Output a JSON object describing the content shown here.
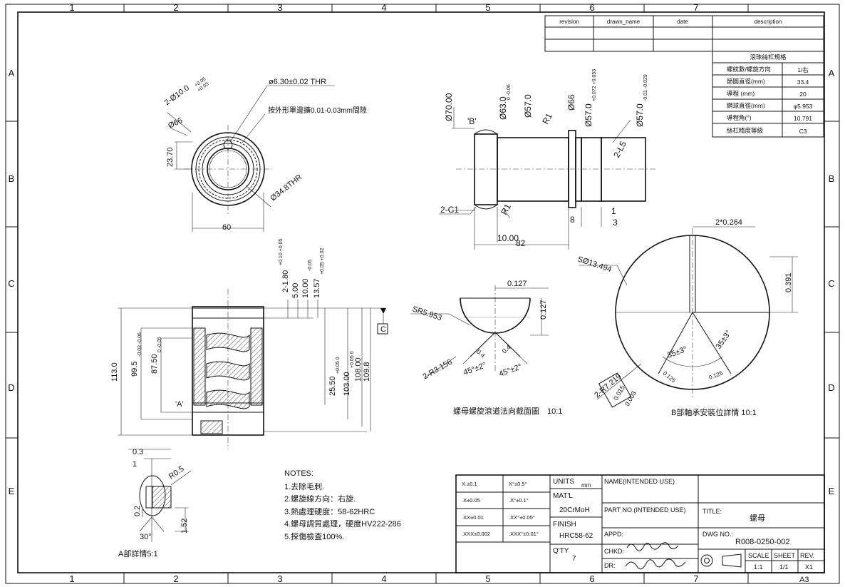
{
  "frame": {
    "col_labels": [
      "1",
      "2",
      "3",
      "4",
      "5",
      "6",
      "7"
    ],
    "row_labels": [
      "A",
      "B",
      "C",
      "D",
      "E"
    ]
  },
  "revision_table": {
    "headers": [
      "revision",
      "drawn_name",
      "date",
      "description"
    ]
  },
  "spec_table": {
    "title": "滾珠絲杠規格",
    "rows": [
      {
        "label": "螺紋數/螺旋方向",
        "value": "1/右"
      },
      {
        "label": "節圓直徑(mm)",
        "value": "33.4"
      },
      {
        "label": "導程 (mm)",
        "value": "20"
      },
      {
        "label": "鋼球直徑(mm)",
        "value": "φ5.953"
      },
      {
        "label": "導程角(°)",
        "value": "10.791"
      },
      {
        "label": "絲杠精度等級",
        "value": "C3"
      }
    ]
  },
  "end_view": {
    "hole": "ø6.30±0.02 THR",
    "note": "按外形單邊擴0.01-0.03mm間隙",
    "holes2": "2-Ø10.0",
    "holes2_tol_upper": "+0.05",
    "holes2_tol_lower": "+0.03",
    "dia66": "Ø66",
    "h2370": "23.70",
    "thread": "Ø34.8THR",
    "width": "60"
  },
  "side_view": {
    "d70": "Ø70.00",
    "d63": "Ø63.0",
    "d63_tol": "0 -0.06",
    "d57": "Ø57.0",
    "r1": "R1",
    "d66": "Ø66",
    "d57b": "Ø57.0",
    "d57b_tol": "+0.072 +0.053",
    "d57c": "Ø57.0",
    "d57c_tol": "-0.01 -0.029",
    "chamfer_l5": "2-L5",
    "ref_b": "'B'",
    "chamfer_c1": "2-C1",
    "r1b": "R1",
    "len10": "10.00",
    "len82": "82",
    "len8": "8",
    "len1": "1",
    "len3": "3"
  },
  "section_view": {
    "d180": "2-1.80",
    "d180_tol": "+0.10 +0.05",
    "d500": "5.00",
    "d1000": "10.00",
    "d1000_tol": "-0.05",
    "d1357": "13.57",
    "d1357_tol": "+0.05 +0.02",
    "datum": "C",
    "h113": "113.0",
    "h995": "99.5",
    "h995_tol": "-0.03 -0.06",
    "h875": "87.50",
    "h875_tol": "0 -0.05",
    "ref_a": "'A'",
    "h255": "25.50",
    "h255_tol": "+0.05 0",
    "h103": "103.00",
    "h103_tol": "+0.05 0",
    "h108": "108.00",
    "h1098": "109.8"
  },
  "groove_view": {
    "w0127": "0.127",
    "h0127": "0.127",
    "sr": "SR5.953",
    "r3156": "2-R3.156",
    "angle1": "45°±2°",
    "angle2": "45°±2°",
    "d04a": "0.4",
    "d04b": "0.4",
    "caption": "螺母螺旋滾道法向截面圖　10:1"
  },
  "bearing_view": {
    "w0264": "2*0.264",
    "s13494": "SØ13.494",
    "h0391": "0.391",
    "a35a": "35±3°",
    "a35b": "35±3°",
    "r0125a": "0.125",
    "r0125b": "0.125",
    "r7219": "2-R7.219",
    "tol0015": "0.015",
    "tol0003": "0.003",
    "caption": "B部軸承安裝位詳情 10:1"
  },
  "detail_a": {
    "d03": "0.3",
    "d1": "1",
    "r05": "R0.5",
    "d02": "0.2",
    "d152": "1.52",
    "angle": "30°",
    "caption": "A部詳情5:1"
  },
  "notes": {
    "title": "NOTES:",
    "items": [
      "1.去除毛刺.",
      "2.螺旋線方向：右旋.",
      "3.熱處理硬度：58-62HRC",
      "4.螺母調質處理，硬度HV222-286",
      "5.探傷檢查100%."
    ]
  },
  "title_block": {
    "tolerances": [
      [
        "X.±0.1",
        "X°±0.5°"
      ],
      [
        ".X±0.05",
        ".X°±0.1°"
      ],
      [
        ".XX±0.01",
        ".XX°±0.05°"
      ],
      [
        ".XXX±0.002",
        ".XXX°±0.01°"
      ]
    ],
    "units_label": "UNITS",
    "units_value": "mm",
    "matl_label": "MAT'L",
    "matl_value": "20CrMoH",
    "finish_label": "FINISH",
    "finish_value": "HRC58-62",
    "qty_label": "Q'TY",
    "qty_value": "7",
    "name_label": "NAME(INTENDED USE)",
    "part_label": "PART NO.(INTENDED USE)",
    "appd_label": "APPD:",
    "chkd_label": "CHKD:",
    "dr_label": "DR:",
    "title_label": "TITLE:",
    "title_value": "螺母",
    "dwg_label": "DWG NO.:",
    "dwg_value": "R008-0250-002",
    "scale_label": "SCALE",
    "scale_value": "1:1",
    "sheet_label": "SHEET",
    "sheet_value": "1/1",
    "rev_label": "REV.",
    "rev_value": "X1",
    "size": "A3"
  }
}
